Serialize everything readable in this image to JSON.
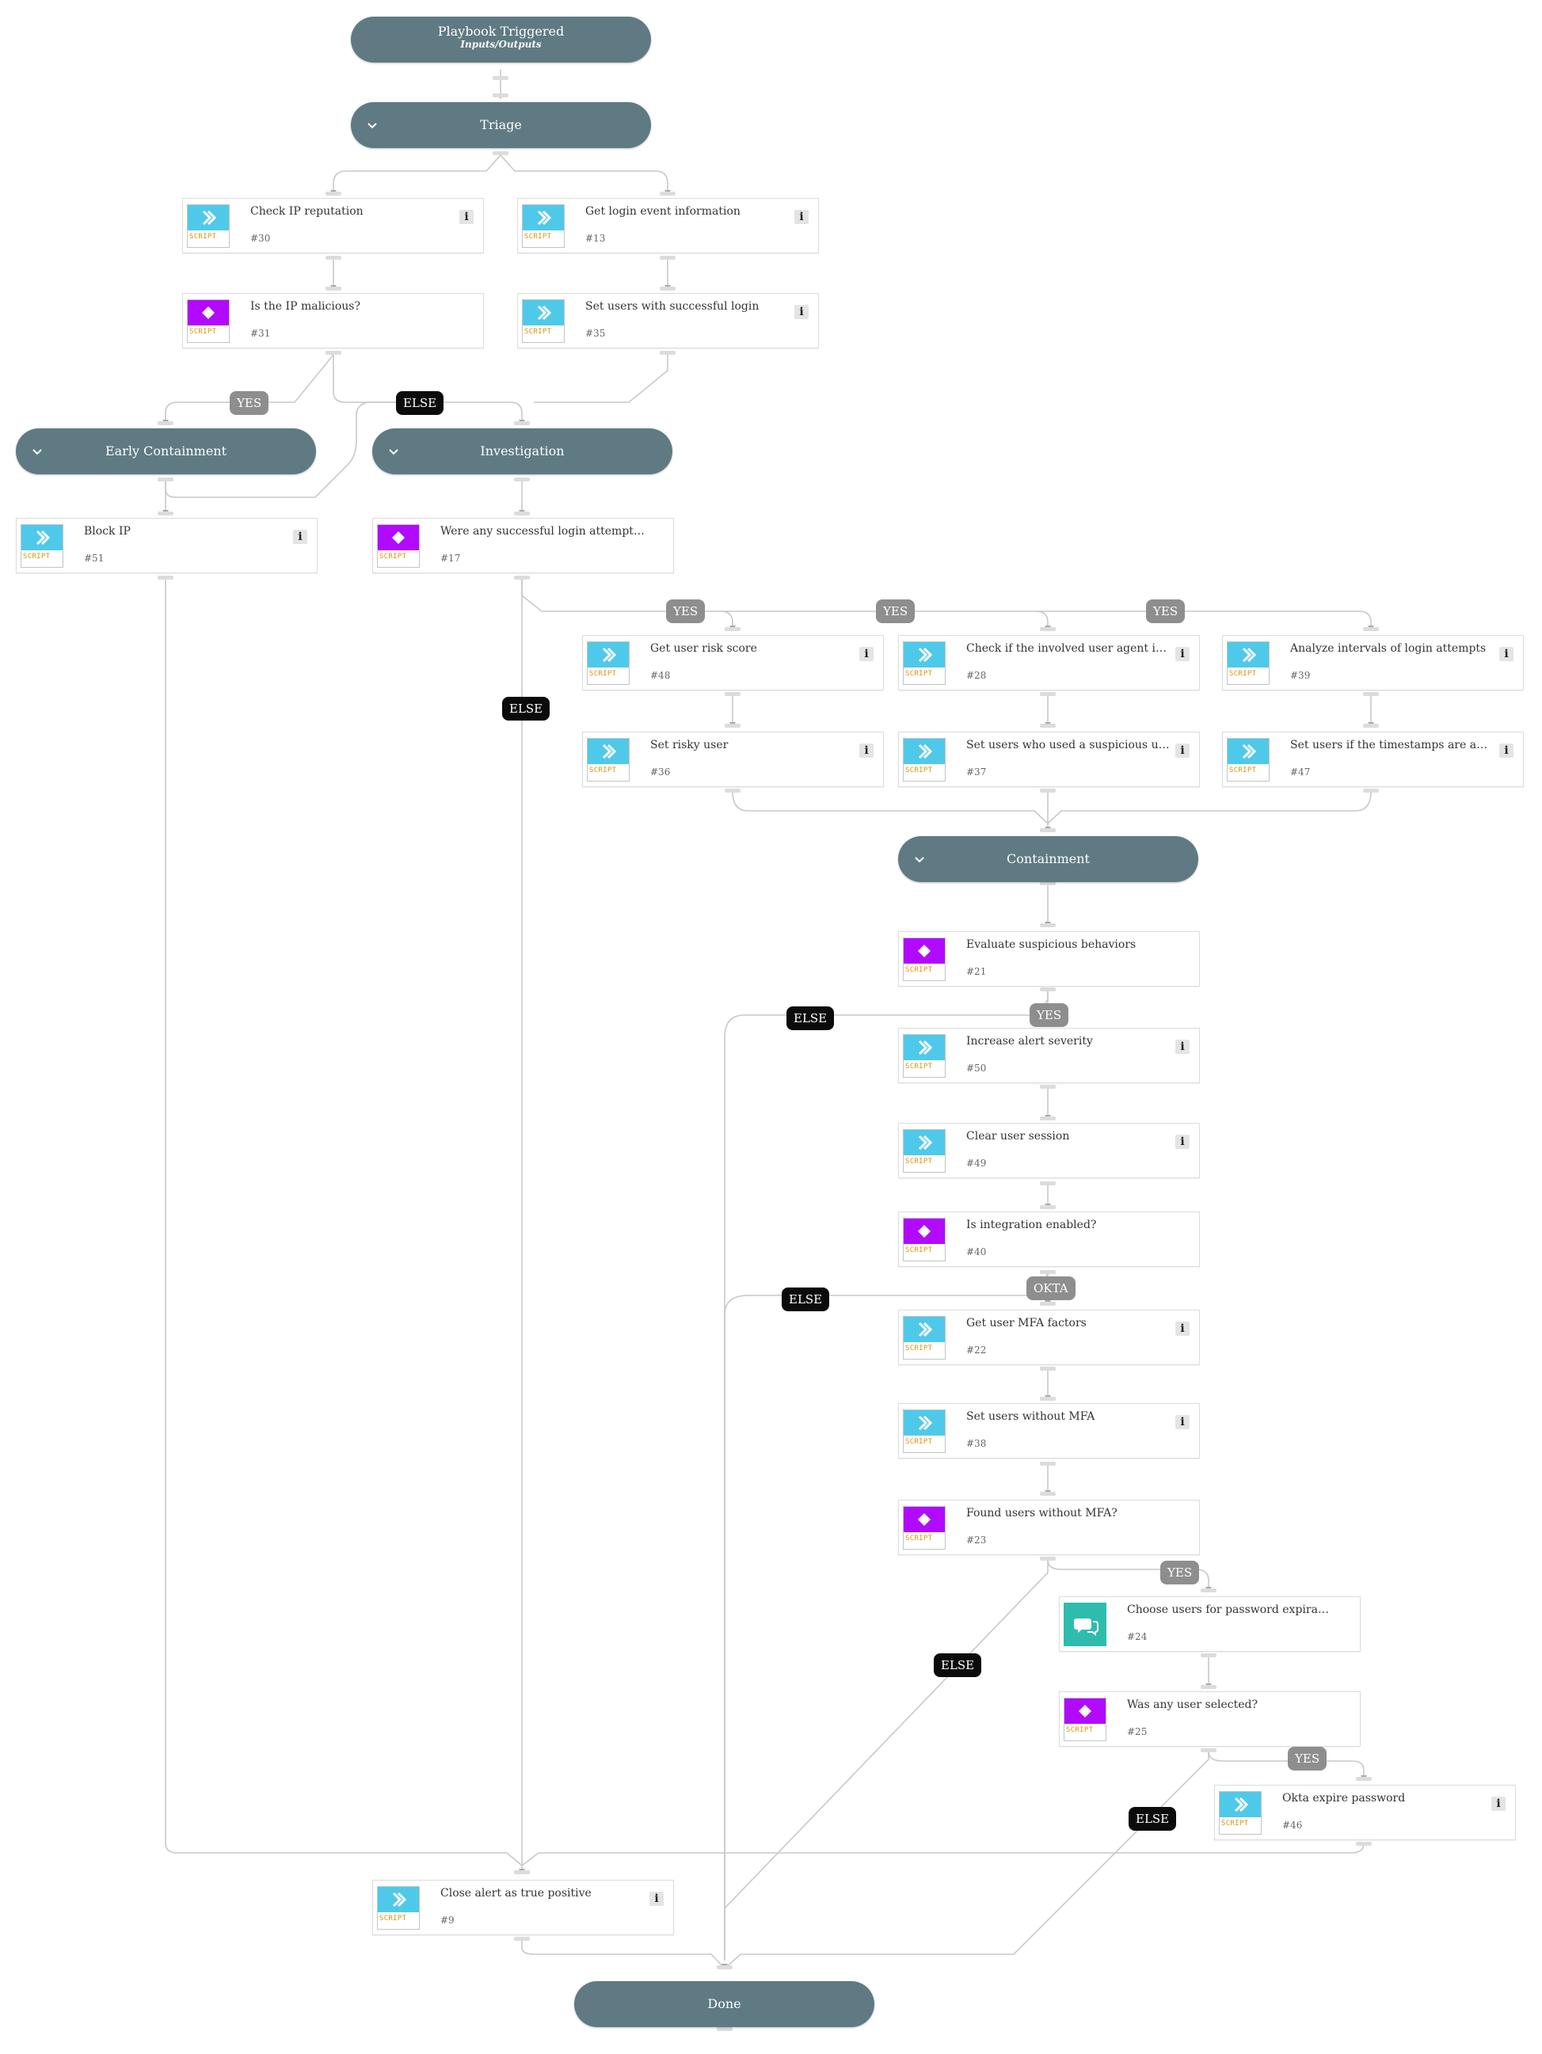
{
  "playbook": {
    "start": {
      "title": "Playbook Triggered",
      "subtitle": "Inputs/Outputs"
    },
    "end": {
      "title": "Done"
    },
    "sections": {
      "triage": "Triage",
      "early_containment": "Early Containment",
      "investigation": "Investigation",
      "containment": "Containment"
    },
    "task_type_tag": "SCRIPT",
    "tasks": {
      "t30": {
        "name": "Check IP reputation",
        "num": "#30"
      },
      "t13": {
        "name": "Get login event information",
        "num": "#13"
      },
      "t31": {
        "name": "Is the IP malicious?",
        "num": "#31"
      },
      "t35": {
        "name": "Set users with successful login",
        "num": "#35"
      },
      "t51": {
        "name": "Block IP",
        "num": "#51"
      },
      "t17": {
        "name": "Were any successful login attempts?",
        "num": "#17"
      },
      "t48": {
        "name": "Get user risk score",
        "num": "#48"
      },
      "t28": {
        "name": "Check if the involved user agent is su…",
        "num": "#28"
      },
      "t39": {
        "name": "Analyze intervals of login attempts",
        "num": "#39"
      },
      "t36": {
        "name": "Set risky user",
        "num": "#36"
      },
      "t37": {
        "name": "Set users who used a suspicious user …",
        "num": "#37"
      },
      "t47": {
        "name": "Set users if the timestamps are autom…",
        "num": "#47"
      },
      "t21": {
        "name": "Evaluate suspicious behaviors",
        "num": "#21"
      },
      "t50": {
        "name": "Increase alert severity",
        "num": "#50"
      },
      "t49": {
        "name": "Clear user session",
        "num": "#49"
      },
      "t40": {
        "name": "Is integration enabled?",
        "num": "#40"
      },
      "t22": {
        "name": "Get user MFA factors",
        "num": "#22"
      },
      "t38": {
        "name": "Set users without MFA",
        "num": "#38"
      },
      "t23": {
        "name": "Found users without MFA?",
        "num": "#23"
      },
      "t24": {
        "name": "Choose users for password expiration",
        "num": "#24"
      },
      "t25": {
        "name": "Was any user selected?",
        "num": "#25"
      },
      "t46": {
        "name": "Okta expire password",
        "num": "#46"
      },
      "t9": {
        "name": "Close alert as true positive",
        "num": "#9"
      }
    },
    "labels": {
      "yes": "YES",
      "else": "ELSE",
      "okta": "OKTA"
    },
    "info_glyph": "i",
    "colors": {
      "pill": "#5f7a82",
      "script_icon": "#4fc9ea",
      "condition_icon": "#b10aff",
      "manual_icon": "#2ebcad",
      "script_tag": "#e0900a",
      "label_gray": "#8e8e8e",
      "label_black": "#0b0b0b",
      "edge": "#c8c8c8"
    },
    "icons": {
      "script": "chevron-right-icon",
      "condition": "diamond-icon",
      "manual": "chat-bubble-icon",
      "section": "chevron-down-icon",
      "info": "info-icon"
    }
  }
}
